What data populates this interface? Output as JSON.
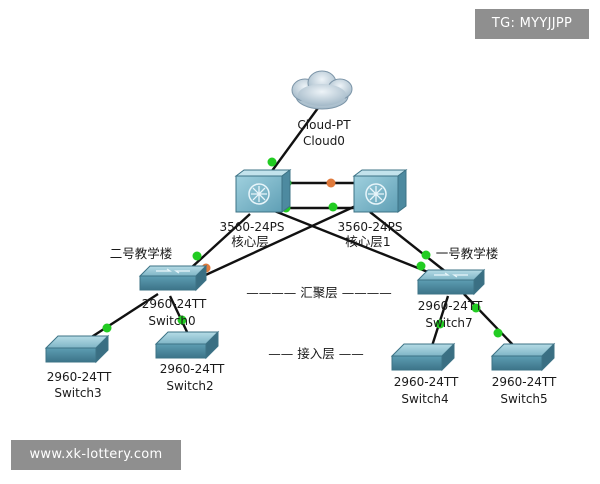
{
  "watermarks": {
    "top_right": "TG: MYYJJPP",
    "bottom_left": "www.xk-lottery.com"
  },
  "devices": {
    "cloud": {
      "model": "Cloud-PT",
      "name": "Cloud0"
    },
    "core_left": {
      "model": "3560-24PS",
      "name": "核心层"
    },
    "core_right": {
      "model": "3560-24PS",
      "name": "核心层1"
    },
    "switch0": {
      "model": "2960-24TT",
      "name": "Switch0",
      "building": "二号教学楼"
    },
    "switch7": {
      "model": "2960-24TT",
      "name": "Switch7",
      "building": "一号教学楼"
    },
    "switch3": {
      "model": "2960-24TT",
      "name": "Switch3"
    },
    "switch2": {
      "model": "2960-24TT",
      "name": "Switch2"
    },
    "switch4": {
      "model": "2960-24TT",
      "name": "Switch4"
    },
    "switch5": {
      "model": "2960-24TT",
      "name": "Switch5"
    }
  },
  "layers": {
    "aggregation": "———— 汇聚层 ————",
    "access": "—— 接入层 ——"
  },
  "colors": {
    "link": "#111111",
    "port_up": "#22cc22",
    "port_blocked": "#e07a3c",
    "switch_top": "#8fc2d0",
    "switch_side": "#4f8fa6",
    "watermark_bg": "#8f8f8f"
  }
}
